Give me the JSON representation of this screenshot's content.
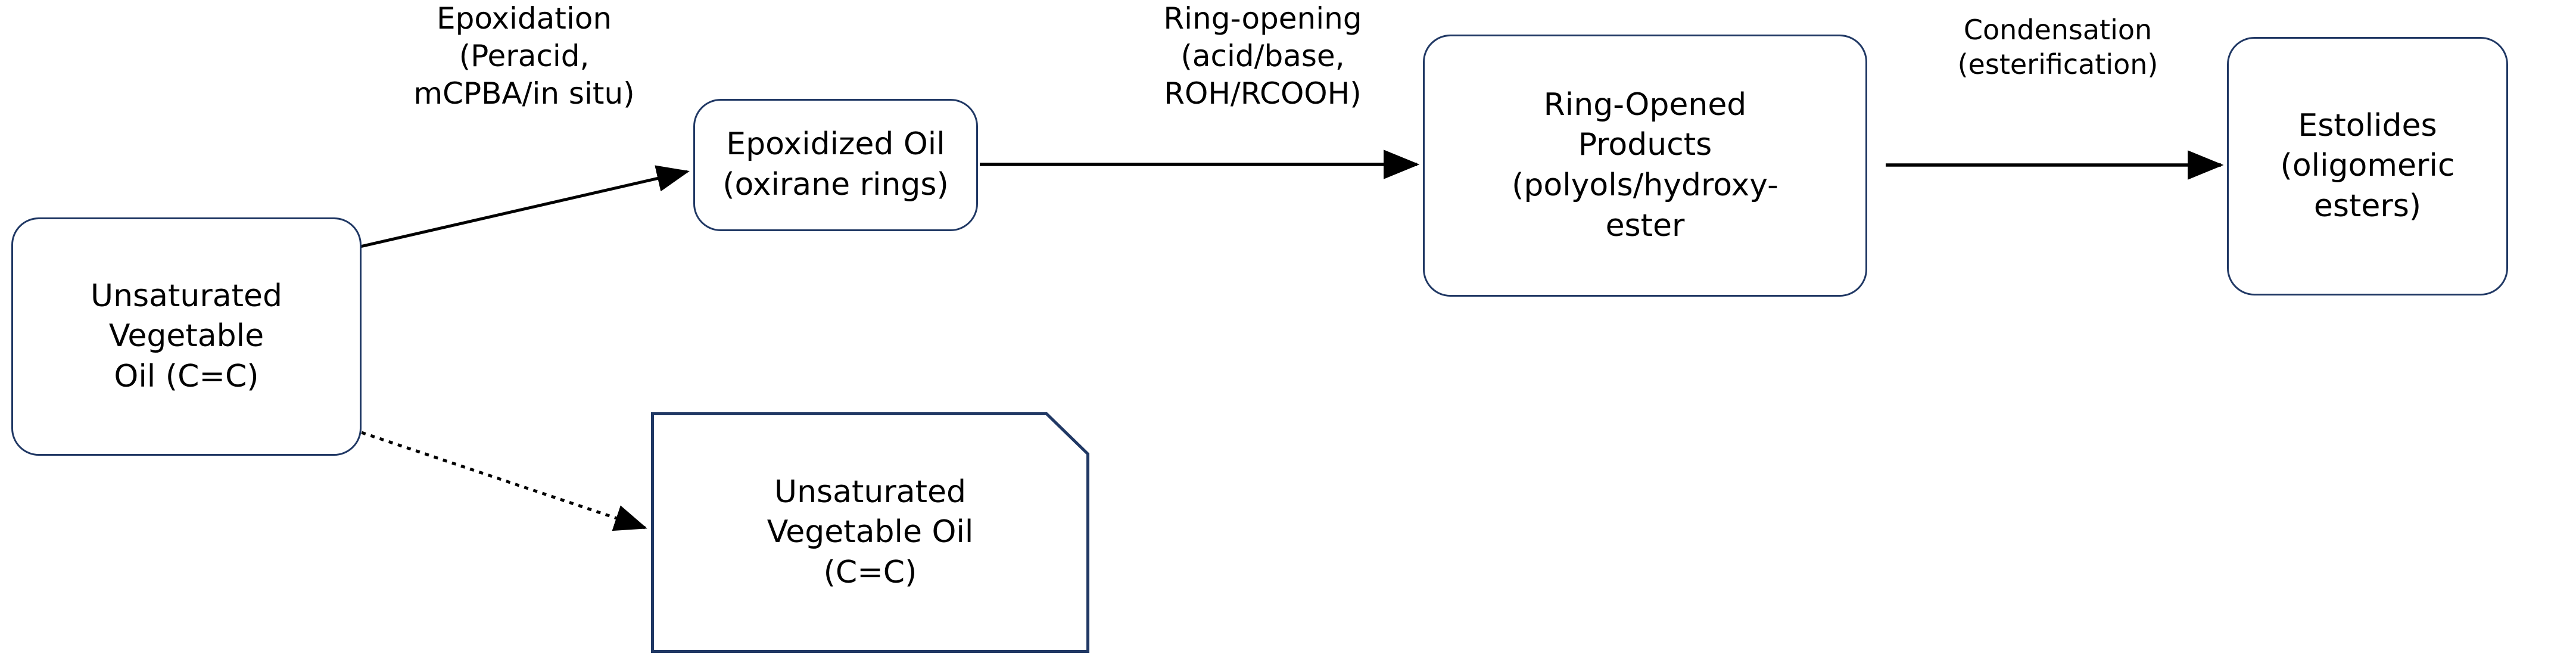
{
  "diagram": {
    "title": "Vegetable oil epoxidation to estolides reaction pathway",
    "colors": {
      "node_border": "#203864",
      "node_fill": "#FFFFFF",
      "edge_stroke": "#000000",
      "text": "#000000",
      "background": "#FFFFFF"
    },
    "nodes": [
      {
        "id": "feedstock",
        "shape": "rounded-rectangle",
        "label": "Unsaturated\nVegetable\nOil (C=C)"
      },
      {
        "id": "epoxidized",
        "shape": "rounded-rectangle",
        "label": "Epoxidized Oil\n(oxirane rings)"
      },
      {
        "id": "ring-opened",
        "shape": "rounded-rectangle",
        "label": "Ring-Opened\nProducts\n(polyols/hydroxy-\nester"
      },
      {
        "id": "estolides",
        "shape": "rounded-rectangle",
        "label": "Estolides\n(oligomeric\nesters)"
      },
      {
        "id": "unsaturated-doc",
        "shape": "document-cut-corner",
        "label": "Unsaturated\nVegetable Oil\n(C=C)"
      }
    ],
    "edges": [
      {
        "id": "epoxidation",
        "from": "feedstock",
        "to": "epoxidized",
        "style": "solid",
        "label": "Epoxidation\n(Peracid,\nmCPBA/in situ)"
      },
      {
        "id": "ring-opening",
        "from": "epoxidized",
        "to": "ring-opened",
        "style": "solid",
        "label": "Ring-opening\n(acid/base,\nROH/RCOOH)"
      },
      {
        "id": "condensation",
        "from": "ring-opened",
        "to": "estolides",
        "style": "solid",
        "label": "Condensation\n(esterification)"
      },
      {
        "id": "bypass",
        "from": "feedstock",
        "to": "unsaturated-doc",
        "style": "dotted",
        "label": ""
      }
    ]
  }
}
